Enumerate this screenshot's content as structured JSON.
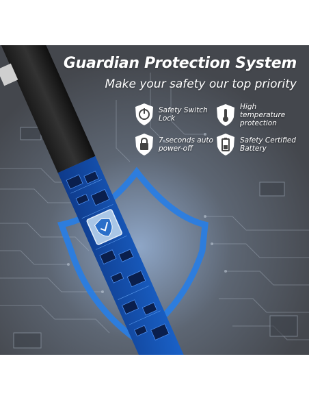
{
  "header": {
    "title": "Guardian Protection System",
    "subtitle": "Make your safety our top priority"
  },
  "features": [
    {
      "label": "Safety Switch Lock",
      "icon": "power-icon"
    },
    {
      "label": "High temperature protection",
      "icon": "thermometer-icon"
    },
    {
      "label": "7 seconds auto power-off",
      "icon": "lock-icon"
    },
    {
      "label": "Safety Certified Battery",
      "icon": "battery-icon"
    }
  ],
  "colors": {
    "background": "#5b5f66",
    "shield_accent": "#2a7de1",
    "circuit_blue": "#1b4fa8",
    "text": "#ffffff"
  }
}
